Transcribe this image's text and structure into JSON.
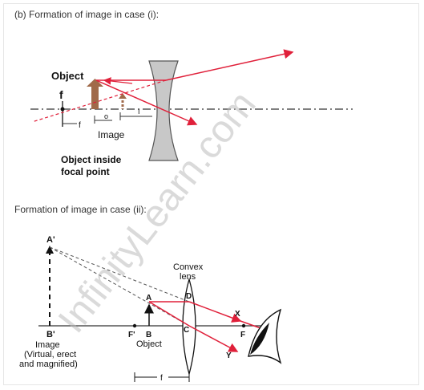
{
  "captions": {
    "case1": "(b) Formation of image in case (i):",
    "case2": "Formation of image in case (ii):"
  },
  "diagram1": {
    "object_label": "Object",
    "f_left": "f",
    "f_bottom": "f",
    "o_label": "o",
    "i_label": "I",
    "image_label": "Image",
    "note_line1": "Object inside",
    "note_line2": "focal point"
  },
  "diagram2": {
    "a_prime": "A'",
    "b_prime": "B'",
    "image_line1": "Image",
    "image_line2": "(Virtual, erect",
    "image_line3": "and magnified)",
    "convex": "Convex",
    "lens": "lens",
    "a": "A",
    "d": "D",
    "c": "C",
    "f_prime": "F'",
    "b": "B",
    "object": "Object",
    "x": "X",
    "f_point": "F",
    "y": "Y",
    "f_dim": "f"
  },
  "watermark": "InfinityLearn.com",
  "colors": {
    "ray": "#e0203a",
    "lens": "#c8c8c8",
    "arrow_object": "#a06a4a"
  }
}
